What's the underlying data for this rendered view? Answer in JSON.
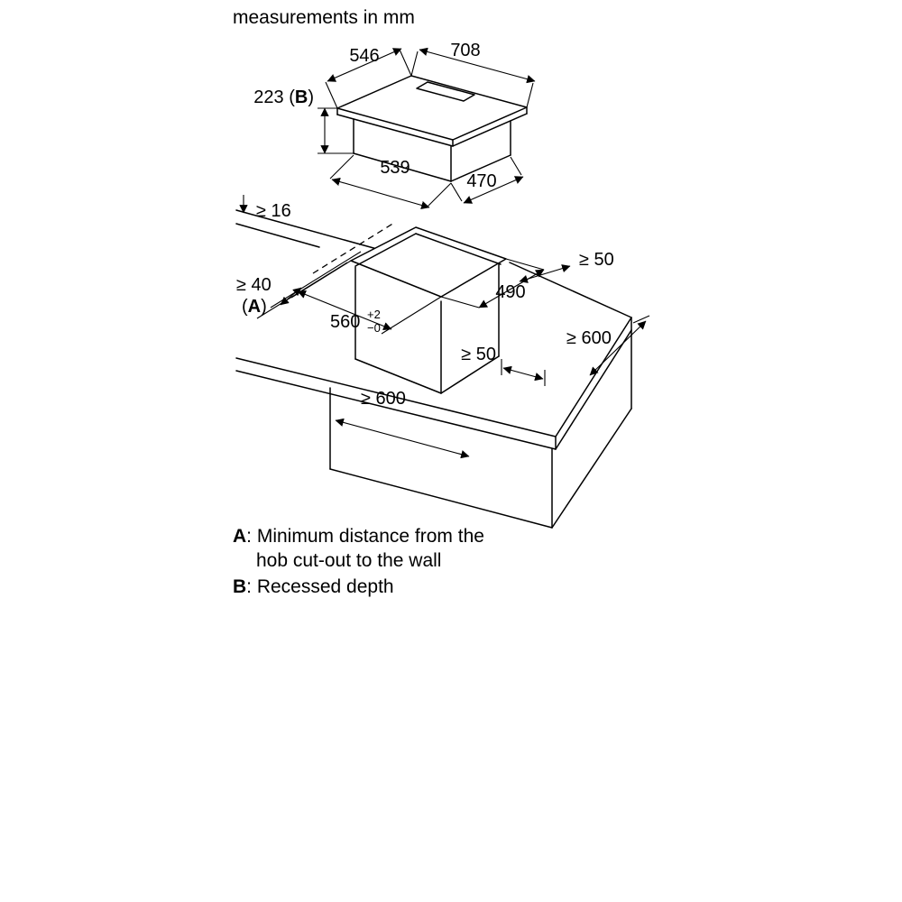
{
  "title": "measurements in mm",
  "hob": {
    "dim_top_depth": "546",
    "dim_top_width": "708",
    "dim_height_prefix": "223 (",
    "dim_height_letter": "B",
    "dim_height_suffix": ")",
    "dim_bottom_left": "539",
    "dim_bottom_right": "470"
  },
  "worktop": {
    "dim_thickness": "≥ 16",
    "dim_wall": "≥ 40",
    "dim_wall_paren_open": "(",
    "dim_wall_letter": "A",
    "dim_wall_paren_close": ")",
    "dim_cutout_depth": "490",
    "dim_cutout_width": "560",
    "dim_cutout_tol_plus": "+2",
    "dim_cutout_tol_minus": "−0",
    "dim_rear_clearance": "≥ 50",
    "dim_worktop_depth": "≥ 600",
    "dim_side_clearance": "≥ 50",
    "dim_cabinet_width": "≥ 600"
  },
  "legend": {
    "a_letter": "A",
    "a_line1": ": Minimum distance from the",
    "a_line2": "hob cut-out to the wall",
    "b_letter": "B",
    "b_text": ": Recessed depth"
  },
  "colors": {
    "line": "#000000",
    "background": "#ffffff"
  }
}
